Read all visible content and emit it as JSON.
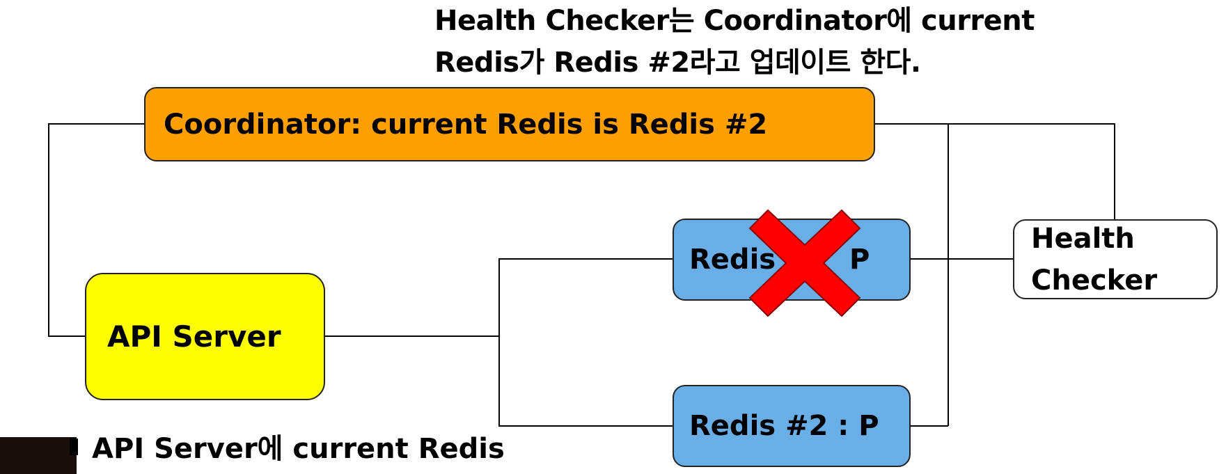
{
  "caption": {
    "line1": "Health Checker는 Coordinator에 current",
    "line2": "Redis가 Redis #2라고 업데이트 한다."
  },
  "nodes": {
    "coordinator": "Coordinator: current Redis is Redis #2",
    "api_server": "API Server",
    "redis1_left": "Redis",
    "redis1_right": "P",
    "redis2": "Redis #2 : P",
    "health_checker": "Health\nChecker"
  },
  "bottom_note": "API Server에 current Redis",
  "colors": {
    "coordinator": "#ff9f00",
    "api_server": "#ffff00",
    "redis": "#6aaee8",
    "x_mark": "#ff0000"
  },
  "icons": {
    "failure": "red-x-icon"
  }
}
